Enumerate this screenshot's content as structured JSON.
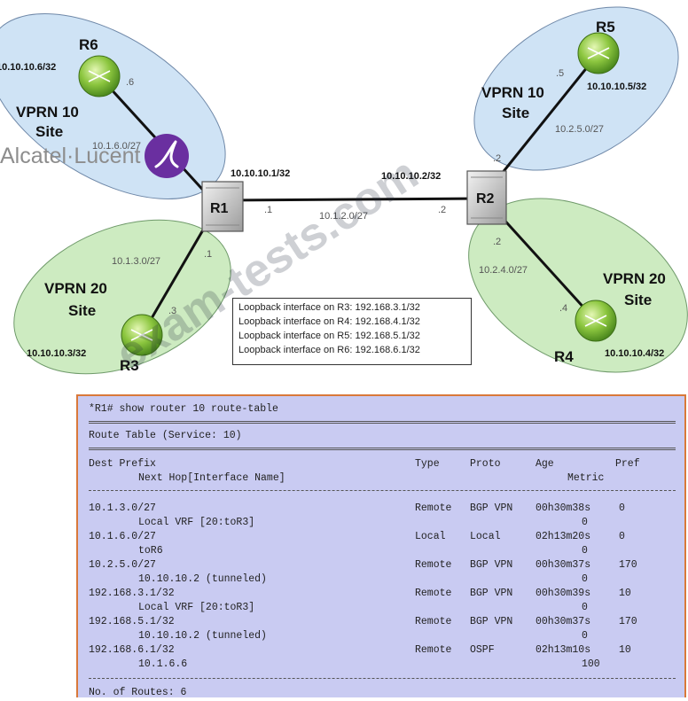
{
  "brand": {
    "name": "Alcatel·Lucent"
  },
  "watermark": "exam-tests.com",
  "sites": {
    "r6": {
      "name": "R6",
      "loopback": "10.10.10.6/32",
      "iface": ".6",
      "site1": "VPRN 10",
      "site2": "Site",
      "subnet": "10.1.6.0/27"
    },
    "r5": {
      "name": "R5",
      "loopback": "10.10.10.5/32",
      "iface": ".5",
      "site1": "VPRN 10",
      "site2": "Site",
      "subnet": "10.2.5.0/27"
    },
    "r3": {
      "name": "R3",
      "loopback": "10.10.10.3/32",
      "iface": ".3",
      "site1": "VPRN 20",
      "site2": "Site",
      "subnet": "10.1.3.0/27"
    },
    "r4": {
      "name": "R4",
      "loopback": "10.10.10.4/32",
      "iface": ".4",
      "site1": "VPRN 20",
      "site2": "Site",
      "subnet": "10.2.4.0/27"
    }
  },
  "routers": {
    "r1": {
      "name": "R1",
      "loopback": "10.10.10.1/32",
      "iface_core": ".1",
      "iface_r3": ".1"
    },
    "r2": {
      "name": "R2",
      "loopback": "10.10.10.2/32",
      "iface_core": ".2",
      "iface_r5": ".2",
      "iface_r4": ".2"
    }
  },
  "core_link": {
    "subnet": "10.1.2.0/27"
  },
  "loopbacks": [
    "Loopback interface on R3: 192.168.3.1/32",
    "Loopback interface on R4: 192.168.4.1/32",
    "Loopback interface on R5: 192.168.5.1/32",
    "Loopback interface on R6: 192.168.6.1/32"
  ],
  "terminal": {
    "command": "*R1# show router 10 route-table",
    "table_title": "Route Table (Service: 10)",
    "headers": {
      "dest": "Dest Prefix",
      "nexthop": "Next Hop[Interface Name]",
      "type": "Type",
      "proto": "Proto",
      "age": "Age",
      "pref": "Pref",
      "metric": "Metric"
    },
    "routes": [
      {
        "dest": "10.1.3.0/27",
        "type": "Remote",
        "proto": "BGP VPN",
        "age": "00h30m38s",
        "pref": "0",
        "nexthop": "Local VRF [20:toR3]",
        "metric": "0"
      },
      {
        "dest": "10.1.6.0/27",
        "type": "Local",
        "proto": "Local",
        "age": "02h13m20s",
        "pref": "0",
        "nexthop": "toR6",
        "metric": "0"
      },
      {
        "dest": "10.2.5.0/27",
        "type": "Remote",
        "proto": "BGP VPN",
        "age": "00h30m37s",
        "pref": "170",
        "nexthop": "10.10.10.2 (tunneled)",
        "metric": "0"
      },
      {
        "dest": "192.168.3.1/32",
        "type": "Remote",
        "proto": "BGP VPN",
        "age": "00h30m39s",
        "pref": "10",
        "nexthop": "Local VRF [20:toR3]",
        "metric": "0"
      },
      {
        "dest": "192.168.5.1/32",
        "type": "Remote",
        "proto": "BGP VPN",
        "age": "00h30m37s",
        "pref": "170",
        "nexthop": "10.10.10.2 (tunneled)",
        "metric": "0"
      },
      {
        "dest": "192.168.6.1/32",
        "type": "Remote",
        "proto": "OSPF",
        "age": "02h13m10s",
        "pref": "10",
        "nexthop": "10.1.6.6",
        "metric": "100"
      }
    ],
    "footer": "No. of Routes: 6"
  },
  "colors": {
    "vprn10": "#cfe3f5",
    "vprn20": "#cdebc1",
    "terminal_bg": "#c9cbf2",
    "terminal_border": "#d9793a",
    "router_green": "#8cc63f"
  }
}
